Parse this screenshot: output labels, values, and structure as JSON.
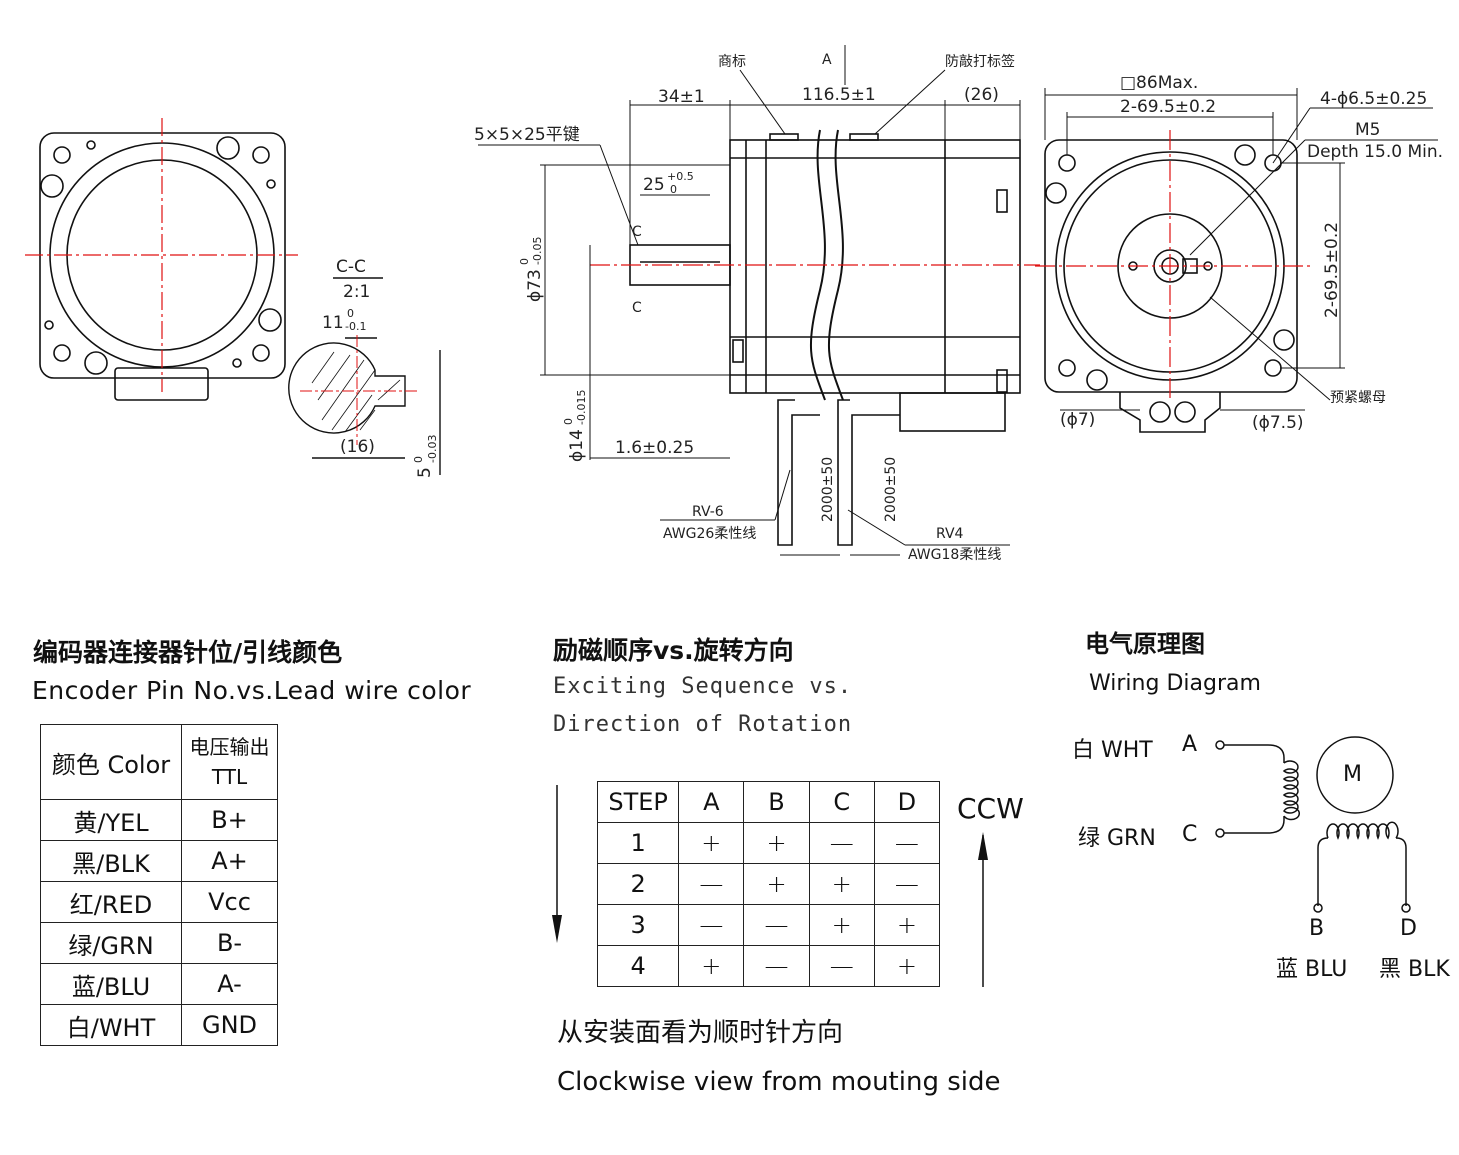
{
  "drawing": {
    "section_title": "C-C",
    "section_scale": "2:1",
    "key_width": "11",
    "key_width_tol_upper": "0",
    "key_width_tol_lower": "-0.1",
    "key_dim_16": "(16)",
    "key_depth": "5",
    "key_depth_tol_upper": "0",
    "key_depth_tol_lower": "-0.03",
    "label_trademark": "商标",
    "label_anticounterfeit": "防敲打标签",
    "view_a": "A",
    "dim_34": "34±1",
    "dim_116": "116.5±1",
    "dim_26": "(26)",
    "key_spec": "5×5×25平键",
    "dim_25": "25",
    "dim_25_tol_upper": "+0.5",
    "dim_25_tol_lower": "0",
    "section_c": "C",
    "dia_73": "ϕ73",
    "dia_73_tol_upper": "0",
    "dia_73_tol_lower": "-0.05",
    "dia_14": "ϕ14",
    "dia_14_tol_upper": "0",
    "dia_14_tol_lower": "-0.015",
    "dim_1_6": "1.6±0.25",
    "dim_2000_a": "2000±50",
    "dim_2000_b": "2000±50",
    "cable1_type": "RV-6",
    "cable1_spec": "AWG26柔性线",
    "cable2_type": "RV4",
    "cable2_spec": "AWG18柔性线",
    "dim_86": "□86Max.",
    "dim_69_h": "2-69.5±0.2",
    "dim_69_v": "2-69.5±0.2",
    "holes": "4-ϕ6.5±0.25",
    "thread": "M5",
    "thread_depth": "Depth 15.0 Min.",
    "dia_7": "(ϕ7)",
    "dia_7_5": "(ϕ7.5)",
    "lock_nut": "预紧螺母"
  },
  "encoder": {
    "title_cn": "编码器连接器针位/引线颜色",
    "title_en": "Encoder Pin No.vs.Lead wire color",
    "header_color": "颜色 Color",
    "header_output_line1": "电压输出",
    "header_output_line2": "TTL",
    "rows": [
      {
        "color": "黄/YEL",
        "signal": "B+"
      },
      {
        "color": "黑/BLK",
        "signal": "A+"
      },
      {
        "color": "红/RED",
        "signal": "Vcc"
      },
      {
        "color": "绿/GRN",
        "signal": "B-"
      },
      {
        "color": "蓝/BLU",
        "signal": "A-"
      },
      {
        "color": "白/WHT",
        "signal": "GND"
      }
    ]
  },
  "exciting": {
    "title_cn": "励磁顺序vs.旋转方向",
    "title_en_line1": "Exciting Sequence vs.",
    "title_en_line2": "Direction of Rotation",
    "headers": [
      "STEP",
      "A",
      "B",
      "C",
      "D"
    ],
    "rows": [
      [
        "1",
        "+",
        "+",
        "—",
        "—"
      ],
      [
        "2",
        "—",
        "+",
        "+",
        "—"
      ],
      [
        "3",
        "—",
        "—",
        "+",
        "+"
      ],
      [
        "4",
        "+",
        "—",
        "—",
        "+"
      ]
    ],
    "ccw": "CCW",
    "note_cn": "从安装面看为顺时针方向",
    "note_en": "Clockwise view from mouting side"
  },
  "wiring": {
    "title_cn": "电气原理图",
    "title_en": "Wiring Diagram",
    "wht_label": "白 WHT",
    "a_label": "A",
    "grn_label": "绿 GRN",
    "c_label": "C",
    "motor": "M",
    "b_label": "B",
    "d_label": "D",
    "blu_label": "蓝 BLU",
    "blk_label": "黑 BLK"
  }
}
